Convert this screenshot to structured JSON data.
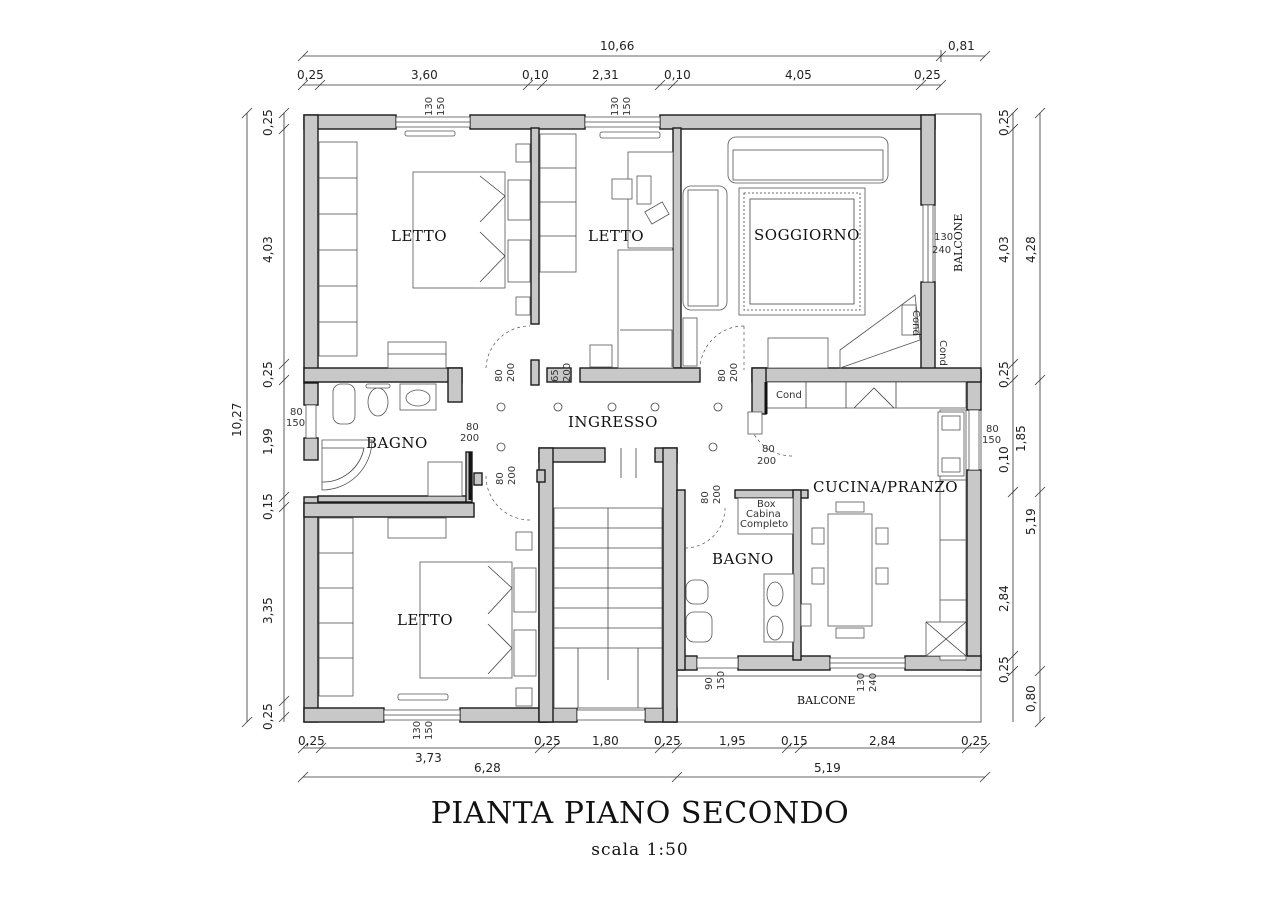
{
  "title": "PIANTA PIANO SECONDO",
  "scale": "scala 1:50",
  "rooms": {
    "letto_1": "LETTO",
    "letto_2": "LETTO",
    "letto_3": "LETTO",
    "soggiorno": "SOGGIORNO",
    "ingresso": "INGRESSO",
    "bagno_1": "BAGNO",
    "bagno_2": "BAGNO",
    "cucina": "CUCINA/PRANZO",
    "balcone_1": "BALCONE",
    "balcone_2": "BALCONE"
  },
  "labels": {
    "box_1": "Box",
    "box_2": "Cabina",
    "box_3": "Completo",
    "cond_1": "Cond",
    "cond_2": "Cond",
    "cond_3": "Cond"
  },
  "dims_top": {
    "total": "10,66",
    "extra": "0,81",
    "d1": "0,25",
    "d2": "3,60",
    "d3": "0,10",
    "d4": "2,31",
    "d5": "0,10",
    "d6": "4,05",
    "d7": "0,25"
  },
  "dims_bottom": {
    "d1": "0,25",
    "d2": "3,73",
    "d3": "0,25",
    "d4": "1,80",
    "d5": "0,25",
    "d6": "1,95",
    "d7": "0,15",
    "d8": "2,84",
    "d9": "0,25",
    "t1": "6,28",
    "t2": "5,19"
  },
  "dims_left": {
    "total": "10,27",
    "d1": "0,25",
    "d2": "4,03",
    "d3": "0,25",
    "d4": "1,99",
    "d5": "0,15",
    "d6": "3,35",
    "d7": "0,25"
  },
  "dims_right": {
    "d1": "0,25",
    "d2": "4,03",
    "d3": "0,25",
    "d4": "0,10",
    "d5": "2,84",
    "d6": "0,25",
    "t1": "4,28",
    "t2": "1,85",
    "t3": "5,19",
    "t4": "0,80"
  },
  "openings": {
    "w1a": "130",
    "w1b": "150",
    "w2a": "130",
    "w2b": "150",
    "w3a": "130",
    "w3b": "240",
    "w4a": "80",
    "w4b": "150",
    "w5a": "80",
    "w5b": "150",
    "w6a": "130",
    "w6b": "150",
    "w7a": "90",
    "w7b": "150",
    "w8a": "130",
    "w8b": "240",
    "p1a": "80",
    "p1b": "200",
    "p2a": "65",
    "p2b": "200",
    "p3a": "80",
    "p3b": "200",
    "p4a": "80",
    "p4b": "200",
    "p5a": "80",
    "p5b": "200",
    "p6a": "80",
    "p6b": "200",
    "p7a": "80",
    "p7b": "200"
  }
}
